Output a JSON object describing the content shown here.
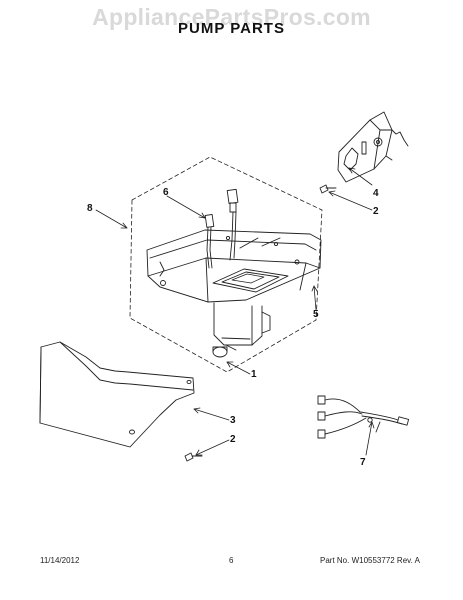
{
  "watermark": "AppliancePartsPros.com",
  "title": "PUMP PARTS",
  "callouts": {
    "c1": "1",
    "c2a": "2",
    "c2b": "2",
    "c3": "3",
    "c4": "4",
    "c5": "5",
    "c6": "6",
    "c7": "7",
    "c8": "8"
  },
  "footer": {
    "date": "11/14/2012",
    "page": "6",
    "part_no": "Part No. W10553772  Rev. A"
  }
}
